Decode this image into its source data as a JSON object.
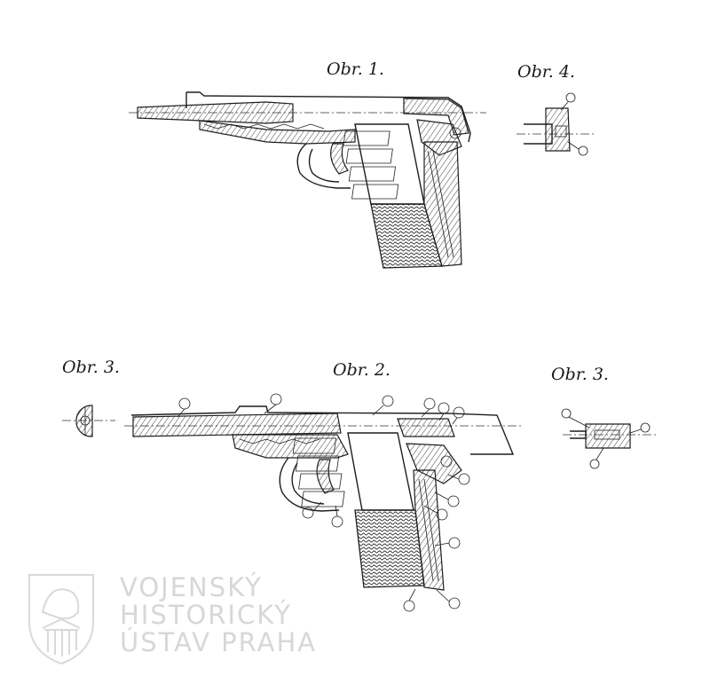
{
  "figures": {
    "obr1": "Obr. 1.",
    "obr2": "Obr. 2.",
    "obr3_left": "Obr. 3.",
    "obr3_right": "Obr. 3.",
    "obr4": "Obr. 4."
  },
  "watermark": {
    "line1": "VOJENSKÝ",
    "line2": "HISTORICKÝ",
    "line3": "ÚSTAV PRAHA"
  },
  "colors": {
    "ink": "#1e1e1e",
    "paper": "#ffffff",
    "watermark": "#d7d7d7"
  }
}
